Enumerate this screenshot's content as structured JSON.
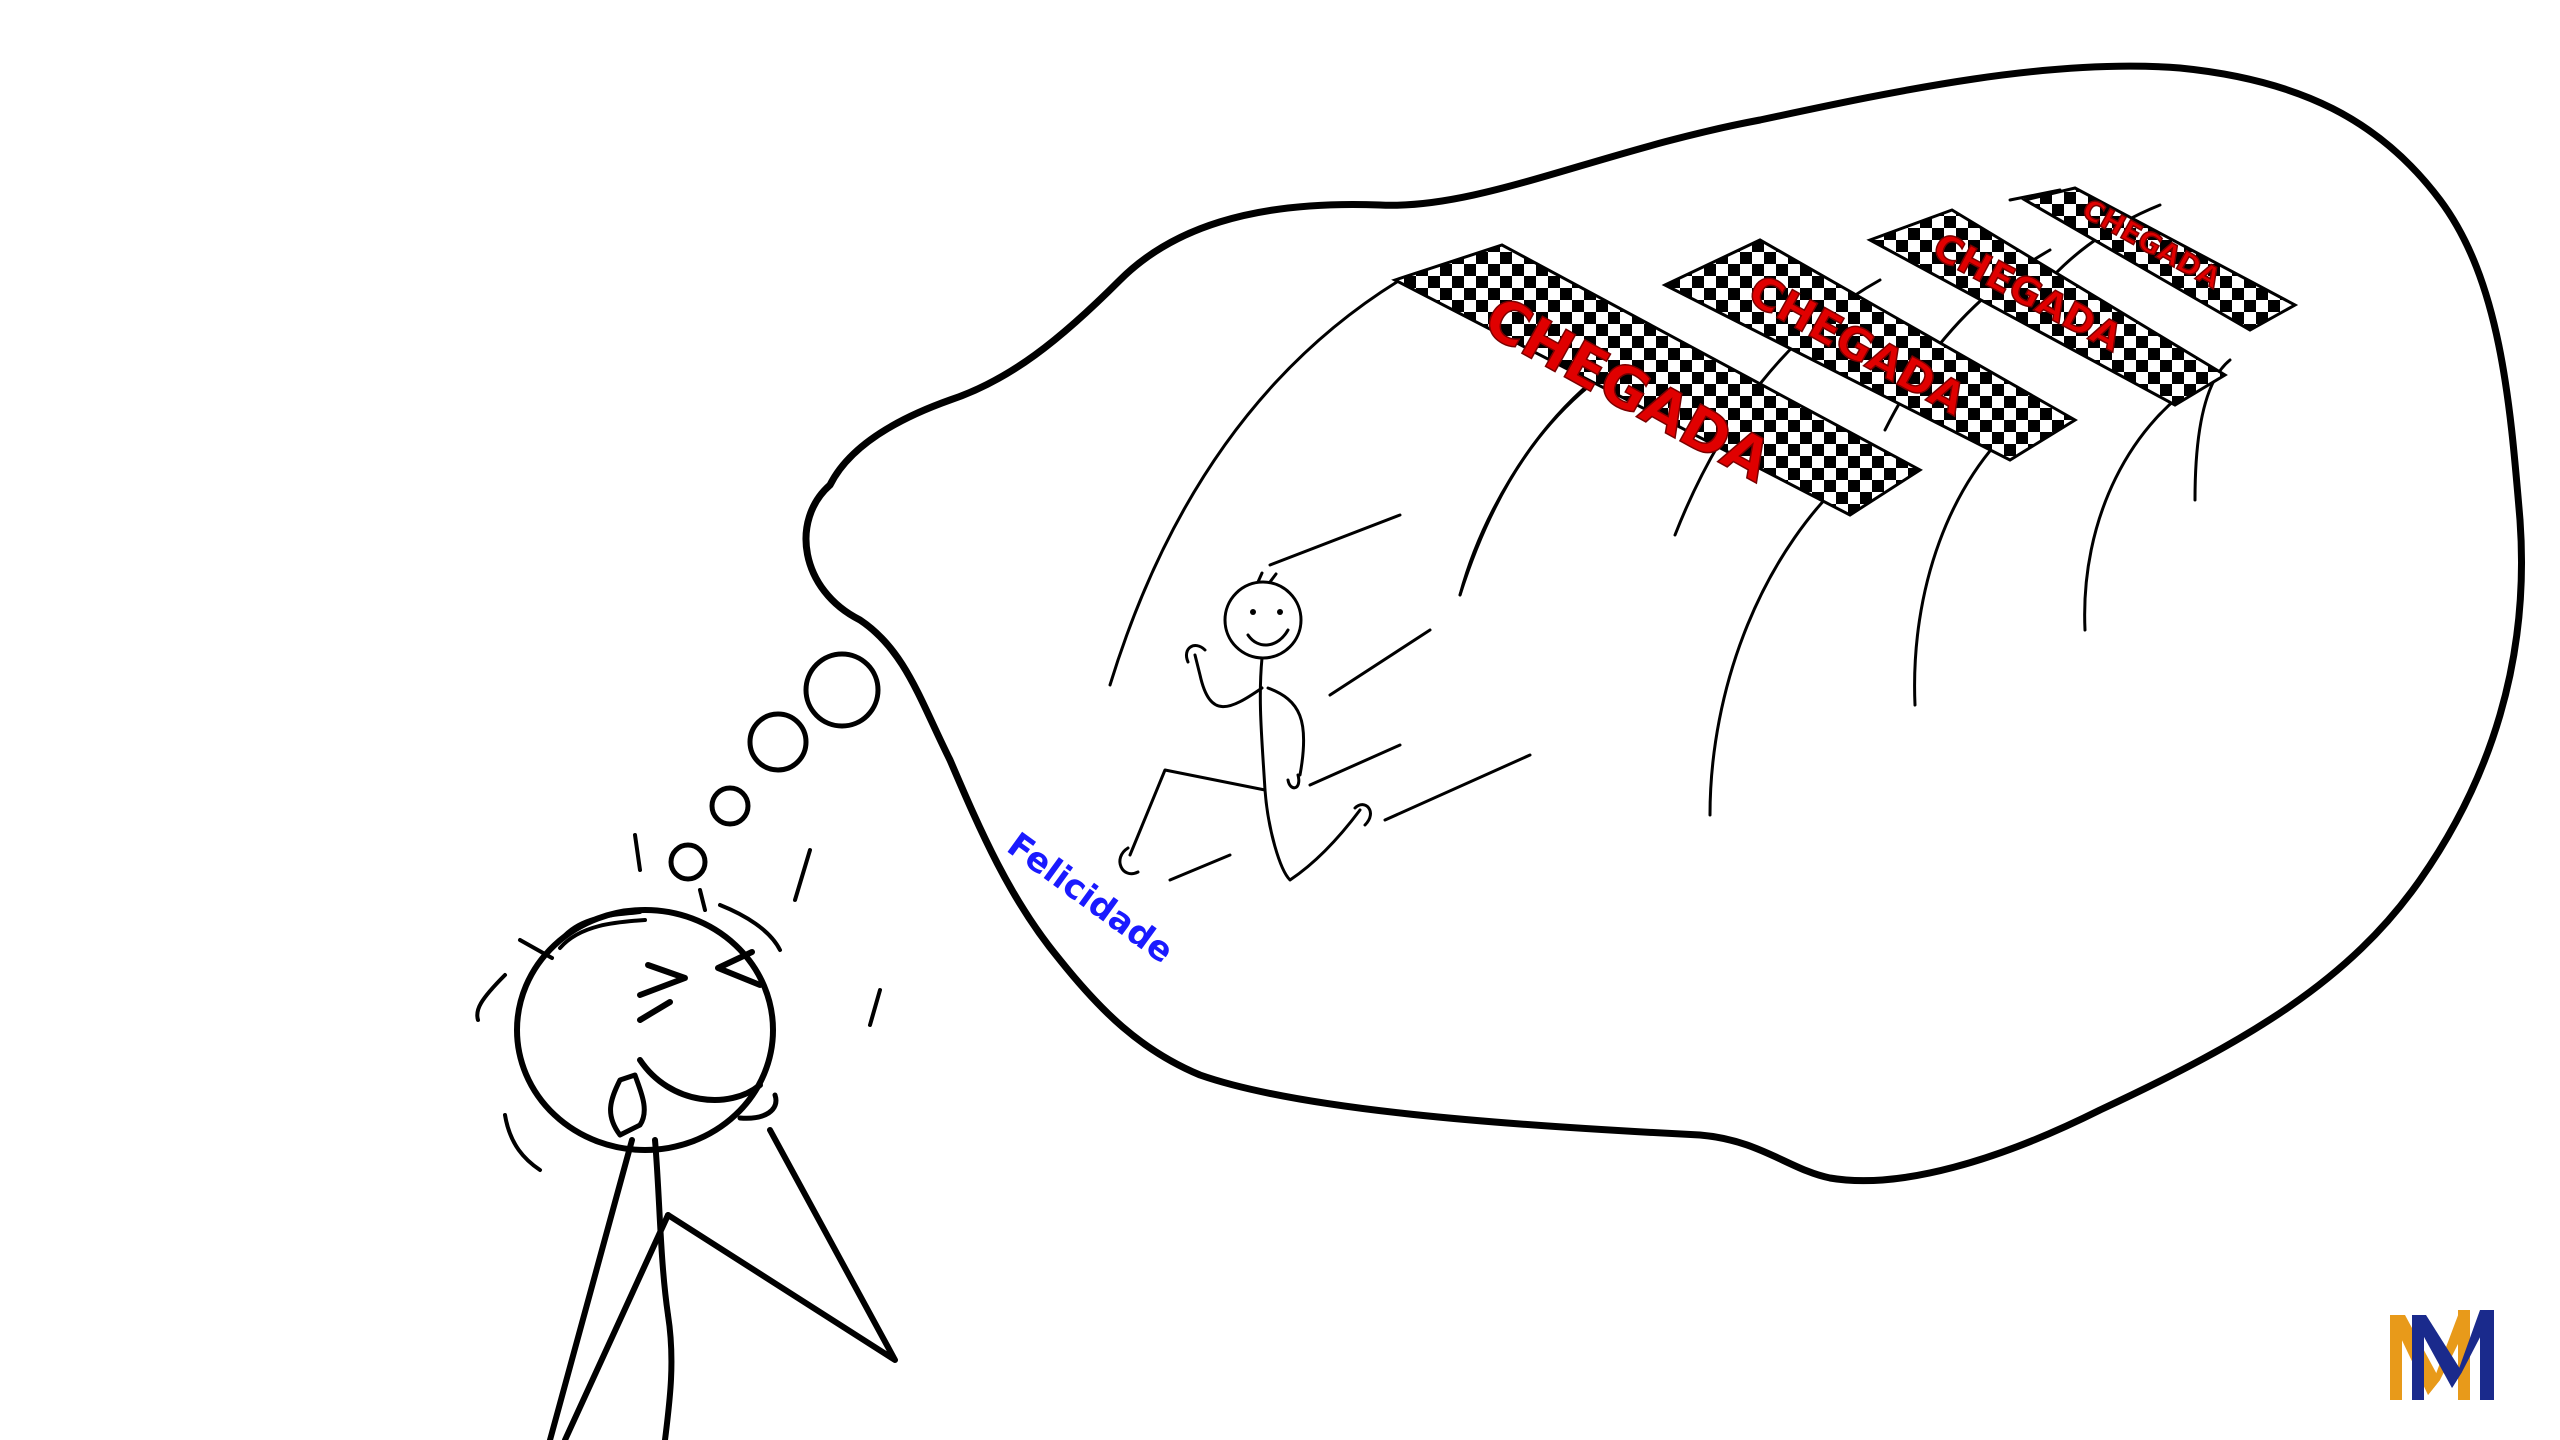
{
  "banners": [
    {
      "label": "CHEGADA"
    },
    {
      "label": "CHEGADA"
    },
    {
      "label": "CHEGADA"
    },
    {
      "label": "CHEGADA"
    }
  ],
  "caption": {
    "text": "Felicidade"
  },
  "colors": {
    "ink": "#000000",
    "banner_text": "#e00000",
    "caption": "#1a1aff",
    "logo_orange": "#e89a1a",
    "logo_navy": "#1a2a8c"
  },
  "logo": {
    "icon": "mm-monogram-logo"
  }
}
